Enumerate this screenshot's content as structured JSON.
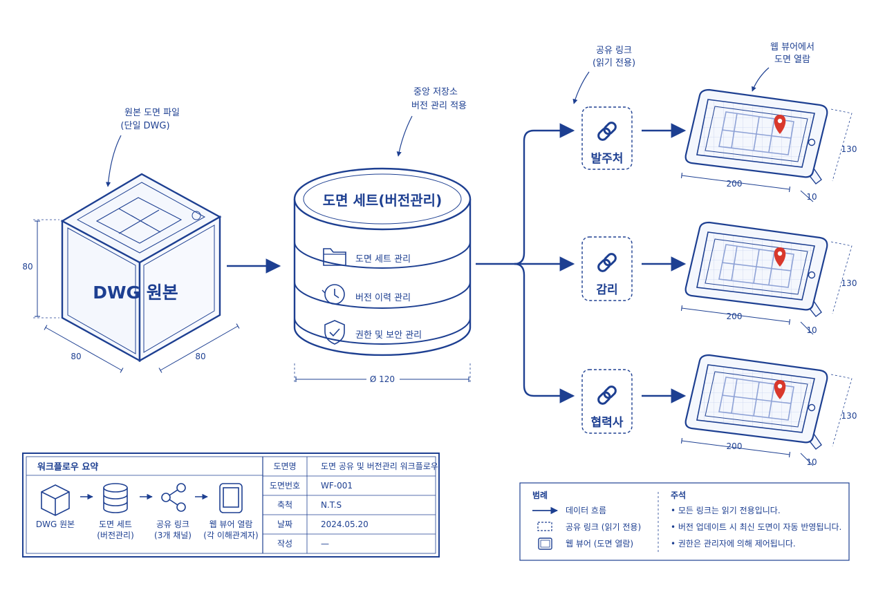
{
  "colors": {
    "primary": "#1d3f91",
    "accent": "#d9382c",
    "fill": "#f4f7fd"
  },
  "source": {
    "callout_line1": "원본 도면 파일",
    "callout_line2": "(단일 DWG)",
    "cube_label": "DWG 원본",
    "dim_height": "80",
    "dim_width": "80",
    "dim_depth": "80"
  },
  "storage": {
    "callout_line1": "중앙 저장소",
    "callout_line2": "버전 관리 적용",
    "title": "도면 세트(버전관리)",
    "features": [
      {
        "icon": "folder-icon",
        "label": "도면 세트 관리"
      },
      {
        "icon": "clock-icon",
        "label": "버전 이력 관리"
      },
      {
        "icon": "shield-check-icon",
        "label": "권한 및 보안 관리"
      }
    ],
    "dim_diameter": "Ø 120"
  },
  "share": {
    "callout_line1": "공유 링크",
    "callout_line2": "(읽기 전용)",
    "links": [
      {
        "label": "발주처",
        "icon": "link-icon"
      },
      {
        "label": "감리",
        "icon": "link-icon"
      },
      {
        "label": "협력사",
        "icon": "link-icon"
      }
    ]
  },
  "viewer": {
    "callout_line1": "웹 뷰어에서",
    "callout_line2": "도면 열람",
    "dim_width": "200",
    "dim_height": "130",
    "dim_depth": "10"
  },
  "summary": {
    "title": "워크플로우 요약",
    "steps": [
      {
        "icon": "cube-icon",
        "line1": "DWG 원본",
        "line2": ""
      },
      {
        "icon": "database-icon",
        "line1": "도면 세트",
        "line2": "(버전관리)"
      },
      {
        "icon": "share-icon",
        "line1": "공유 링크",
        "line2": "(3개 채널)"
      },
      {
        "icon": "tablet-icon",
        "line1": "웹 뷰어 열람",
        "line2": "(각 이해관계자)"
      }
    ],
    "info_rows": [
      {
        "label": "도면명",
        "value": "도면 공유 및 버전관리 워크플로우"
      },
      {
        "label": "도면번호",
        "value": "WF-001"
      },
      {
        "label": "축척",
        "value": "N.T.S"
      },
      {
        "label": "날짜",
        "value": "2024.05.20"
      },
      {
        "label": "작성",
        "value": "—"
      }
    ]
  },
  "legend": {
    "title": "범례",
    "items": [
      {
        "icon": "arrow-icon",
        "label": "데이터 흐름"
      },
      {
        "icon": "dashed-box-icon",
        "label": "공유 링크 (읽기 전용)"
      },
      {
        "icon": "tablet-icon",
        "label": "웹 뷰어 (도면 열람)"
      }
    ],
    "notes_title": "주석",
    "notes": [
      "• 모든 링크는 읽기 전용입니다.",
      "• 버전 업데이트 시 최신 도면이 자동 반영됩니다.",
      "• 권한은 관리자에 의해 제어됩니다."
    ]
  }
}
